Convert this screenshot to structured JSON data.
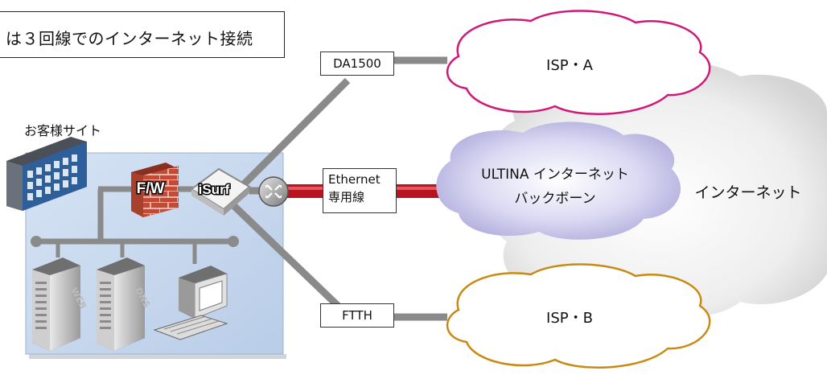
{
  "title": "は３回線でのインターネット接続",
  "site_label": "お客様サイト",
  "devices": {
    "firewall": "F/W",
    "isurf": "iSurf",
    "server_web": "WEB",
    "server_dns": "DNS"
  },
  "links": {
    "da1500": "DA1500",
    "ethernet_line1": "Ethernet",
    "ethernet_line2": "専用線",
    "ftth": "FTTH"
  },
  "clouds": {
    "isp_a": "ISP・A",
    "isp_b": "ISP・B",
    "backbone_line1": "ULTINA インターネット",
    "backbone_line2": "バックボーン",
    "internet": "インターネット"
  },
  "colors": {
    "isp_a_outline": "#d0187a",
    "isp_b_outline": "#c98a12",
    "dedicated_line": "#c0121c",
    "link_gray": "#8a8a8a",
    "site_bg": "#c8d8ee",
    "backbone_fill": "#b9b6e2"
  }
}
